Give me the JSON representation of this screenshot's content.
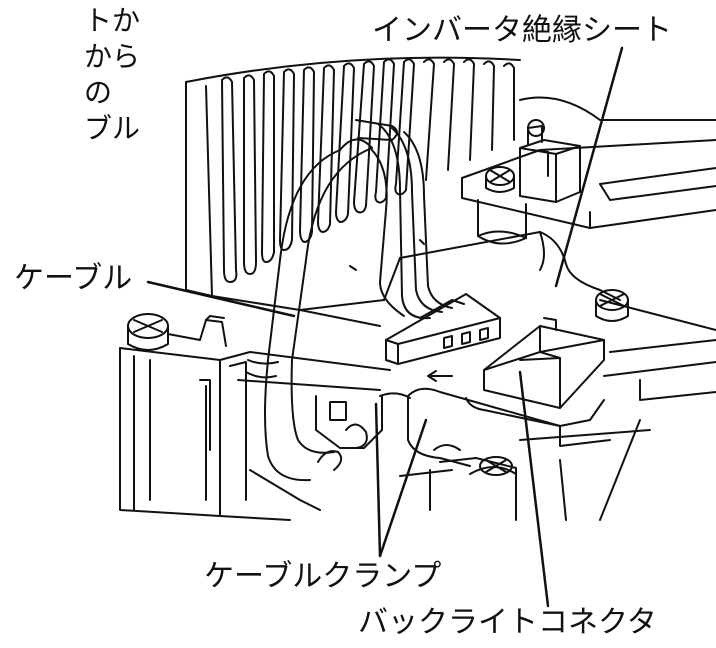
{
  "labels": {
    "inverter_sheet": "インバータ絶縁シート",
    "cable": "ケーブル",
    "cable_clamp": "ケーブルクランプ",
    "backlight_connector": "バックライトコネクタ"
  },
  "cropped_text_lines": [
    "トか",
    "から",
    "の",
    "ブル"
  ],
  "colors": {
    "line": "#111111",
    "background": "#ffffff"
  }
}
